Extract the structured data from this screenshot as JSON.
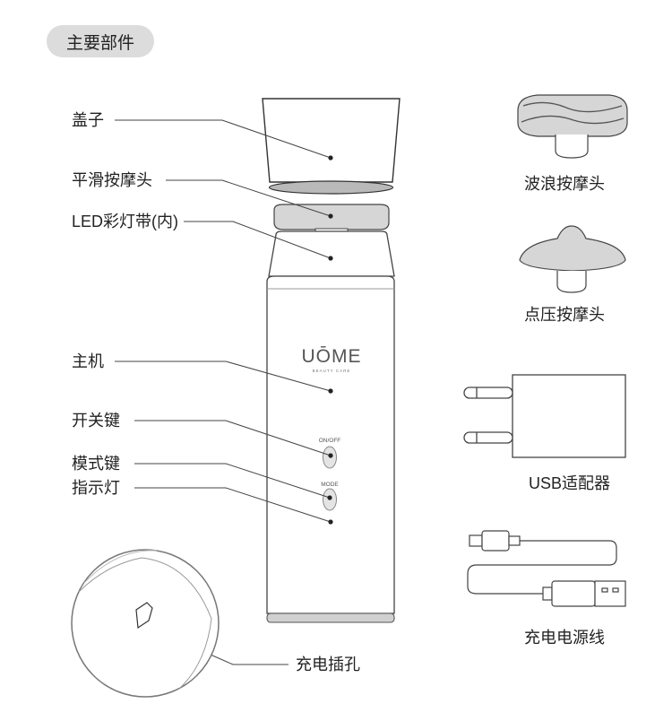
{
  "section_title": "主要部件",
  "brand": {
    "logo": "UŌME",
    "tagline": "BEAUTY CARE"
  },
  "device_buttons": {
    "on_off": "ON/OFF",
    "mode": "MODE"
  },
  "parts": {
    "cap": "盖子",
    "smooth_head": "平滑按摩头",
    "led_strip": "LED彩灯带(内)",
    "main_unit": "主机",
    "power_key": "开关键",
    "mode_key": "模式键",
    "indicator": "指示灯",
    "charge_port": "充电插孔"
  },
  "accessories": {
    "wave_head": "波浪按摩头",
    "point_head": "点压按摩头",
    "usb_adapter": "USB适配器",
    "cable": "充电电源线"
  }
}
